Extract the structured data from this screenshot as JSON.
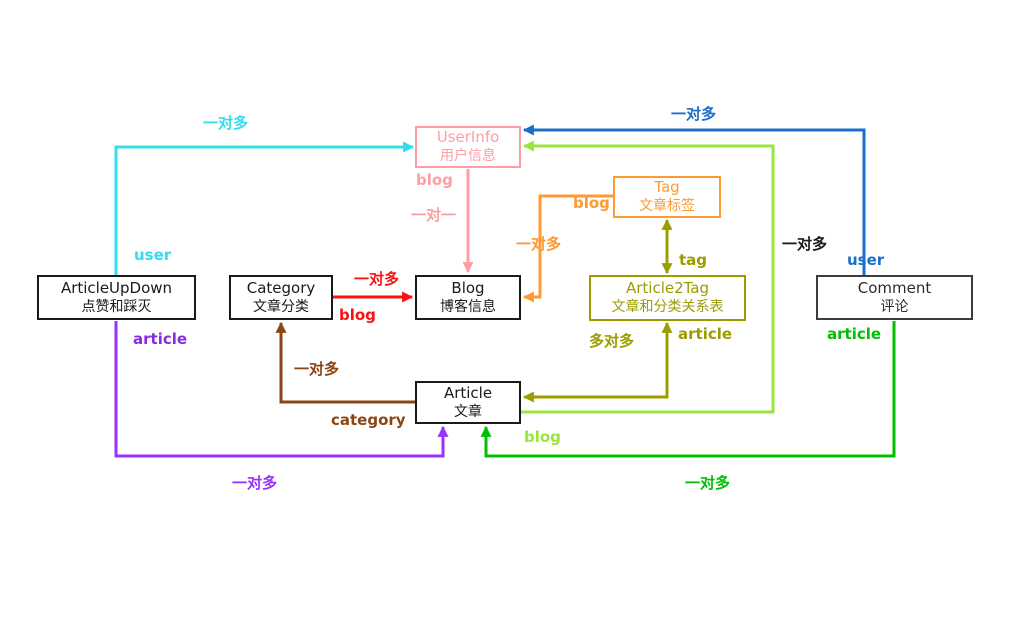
{
  "colors": {
    "cyan": "#33DDEE",
    "blue": "#1A6FC9",
    "pink": "#FF9DA4",
    "red": "#FF1111",
    "orange": "#FF9933",
    "olive": "#9C9C00",
    "brown": "#8B4513",
    "purple": "#9B30FF",
    "violet": "#8A2BE2",
    "green": "#00C000",
    "lime": "#99E63A",
    "black": "#1A1A1A"
  },
  "entities": {
    "userinfo": {
      "name": "UserInfo",
      "label": "用户信息"
    },
    "tag": {
      "name": "Tag",
      "label": "文章标签"
    },
    "articleupdown": {
      "name": "ArticleUpDown",
      "label": "点赞和踩灭"
    },
    "category": {
      "name": "Category",
      "label": "文章分类"
    },
    "blog": {
      "name": "Blog",
      "label": "博客信息"
    },
    "article2tag": {
      "name": "Article2Tag",
      "label": "文章和分类关系表"
    },
    "comment": {
      "name": "Comment",
      "label": "评论"
    },
    "article": {
      "name": "Article",
      "label": "文章"
    }
  },
  "edges": {
    "articleupdown_user": {
      "field": "user",
      "relation": "一对多"
    },
    "comment_user": {
      "field": "user",
      "relation": "一对多"
    },
    "userinfo_blog": {
      "field": "blog",
      "relation": "一对一"
    },
    "category_blog": {
      "field": "blog",
      "relation": "一对多"
    },
    "tag_blog": {
      "field": "blog",
      "relation": "一对多"
    },
    "article_blog": {
      "field": "blog",
      "relation": "一对多"
    },
    "article2tag_tag": {
      "field": "tag"
    },
    "article2tag_article": {
      "field": "article"
    },
    "article2tag_m2m": {
      "relation": "多对多"
    },
    "article_category": {
      "field": "category",
      "relation": "一对多"
    },
    "articleupdown_article": {
      "field": "article",
      "relation": "一对多"
    },
    "comment_article": {
      "field": "article",
      "relation": "一对多"
    }
  }
}
